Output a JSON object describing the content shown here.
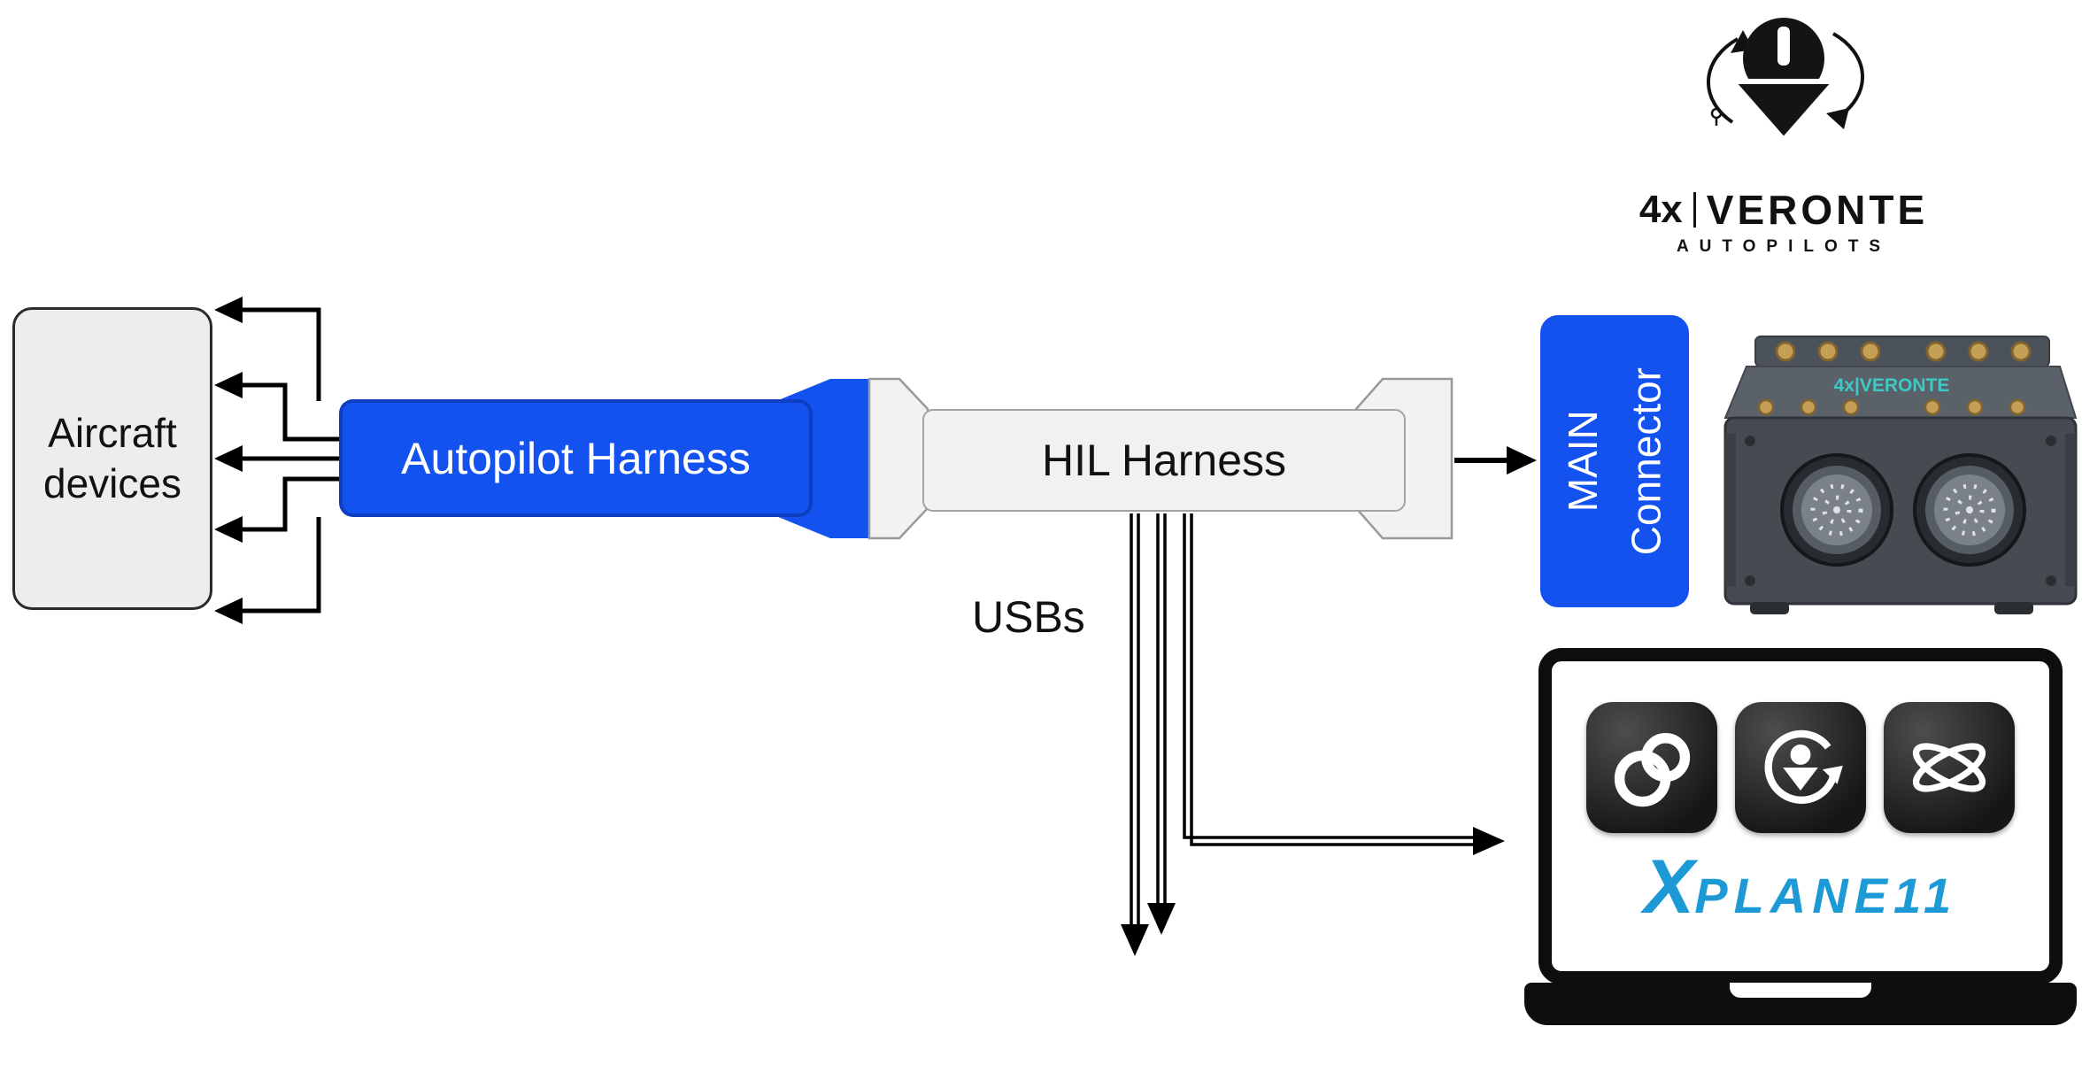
{
  "diagram": {
    "aircraft_devices": {
      "label": "Aircraft devices"
    },
    "autopilot_harness": {
      "label": "Autopilot Harness"
    },
    "hil_harness": {
      "label": "HIL Harness"
    },
    "main_connector": {
      "line1": "MAIN",
      "line2": "Connector"
    },
    "usb_label": "USBs"
  },
  "veronte_logo": {
    "prefix": "4x",
    "name": "VERONTE",
    "sub": "AUTOPILOTS"
  },
  "hardware": {
    "label": "4x|VERONTE"
  },
  "laptop": {
    "xplane": {
      "x": "X",
      "rest": "PLANE11"
    }
  },
  "colors": {
    "harness_blue": "#1352ef",
    "xplane_blue": "#1d9ad6",
    "box_gray": "#ededed"
  }
}
